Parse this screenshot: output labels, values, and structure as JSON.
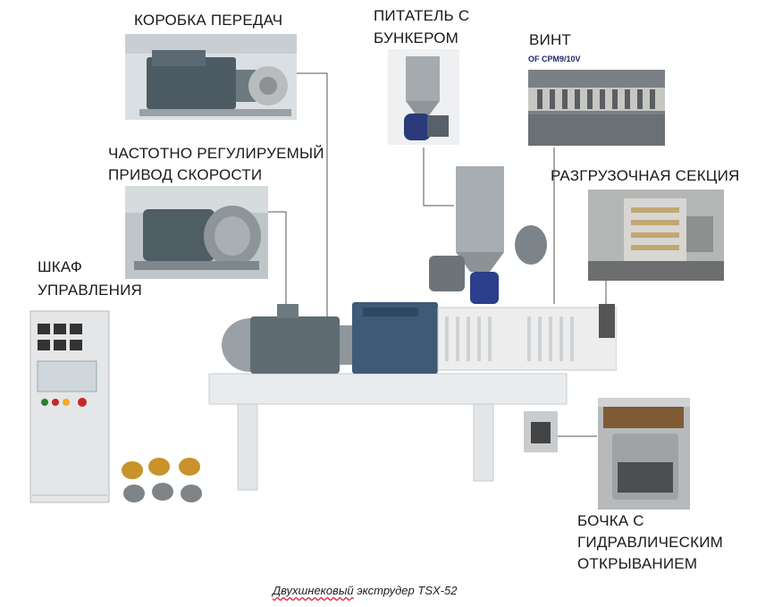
{
  "labels": {
    "gearbox": "КОРОБКА ПЕРЕДАЧ",
    "feeder_line1": "ПИТАТЕЛЬ С",
    "feeder_line2": "БУНКЕРОМ",
    "screw": "ВИНТ",
    "screw_sub": "OF CPM9/10V",
    "vfd_line1": "ЧАСТОТНО РЕГУЛИРУЕМЫЙ",
    "vfd_line2": "ПРИВОД СКОРОСТИ",
    "discharge": "РАЗГРУЗОЧНАЯ СЕКЦИЯ",
    "cabinet_line1": "ШКАФ",
    "cabinet_line2": "УПРАВЛЕНИЯ",
    "barrel_line1": "БОЧКА С",
    "barrel_line2": "ГИДРАВЛИЧЕСКИМ",
    "barrel_line3": "ОТКРЫВАНИЕМ"
  },
  "caption": {
    "underlined": "Двухшнековый",
    "rest": " экструдер TSX-52"
  }
}
